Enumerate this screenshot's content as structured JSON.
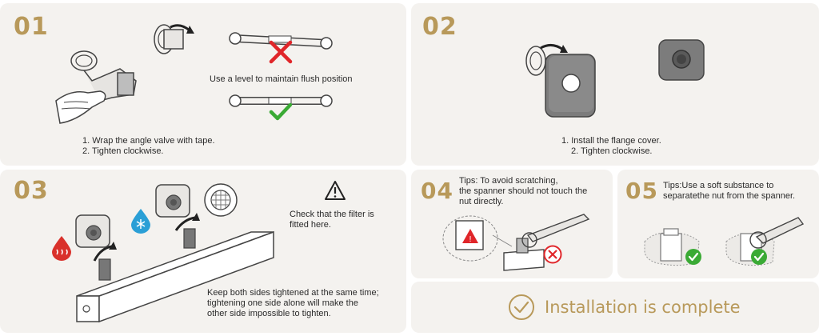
{
  "steps": {
    "s1": {
      "number": "01",
      "level_note": "Use a level to maintain flush position",
      "line1": "1. Wrap the angle valve with tape.",
      "line2": "2. Tighten clockwise."
    },
    "s2": {
      "number": "02",
      "line1": "1. Install the flange cover.",
      "line2": "2. Tighten clockwise."
    },
    "s3": {
      "number": "03",
      "filter_line1": "Check that the filter is",
      "filter_line2": "fitted here.",
      "note_line1": "Keep both sides tightened at the same time;",
      "note_line2": "tightening one side alone will make the",
      "note_line3": "other side impossible to tighten."
    },
    "s4": {
      "number": "04",
      "tip_line1": "Tips: To avoid scratching,",
      "tip_line2": "the spanner should not touch the",
      "tip_line3": "nut directly."
    },
    "s5": {
      "number": "05",
      "tip_line1": "Tips:Use a soft substance to",
      "tip_line2": "separatethe nut from the spanner."
    }
  },
  "completion": {
    "label": "Installation is complete",
    "icon": "check-circle-icon"
  },
  "colors": {
    "panel_bg": "#f4f2ef",
    "accent_gold": "#b8995a",
    "ok_green": "#3aaa35",
    "error_red": "#e0262a",
    "hot_red": "#d9312b",
    "cold_blue": "#2a9fd6"
  }
}
